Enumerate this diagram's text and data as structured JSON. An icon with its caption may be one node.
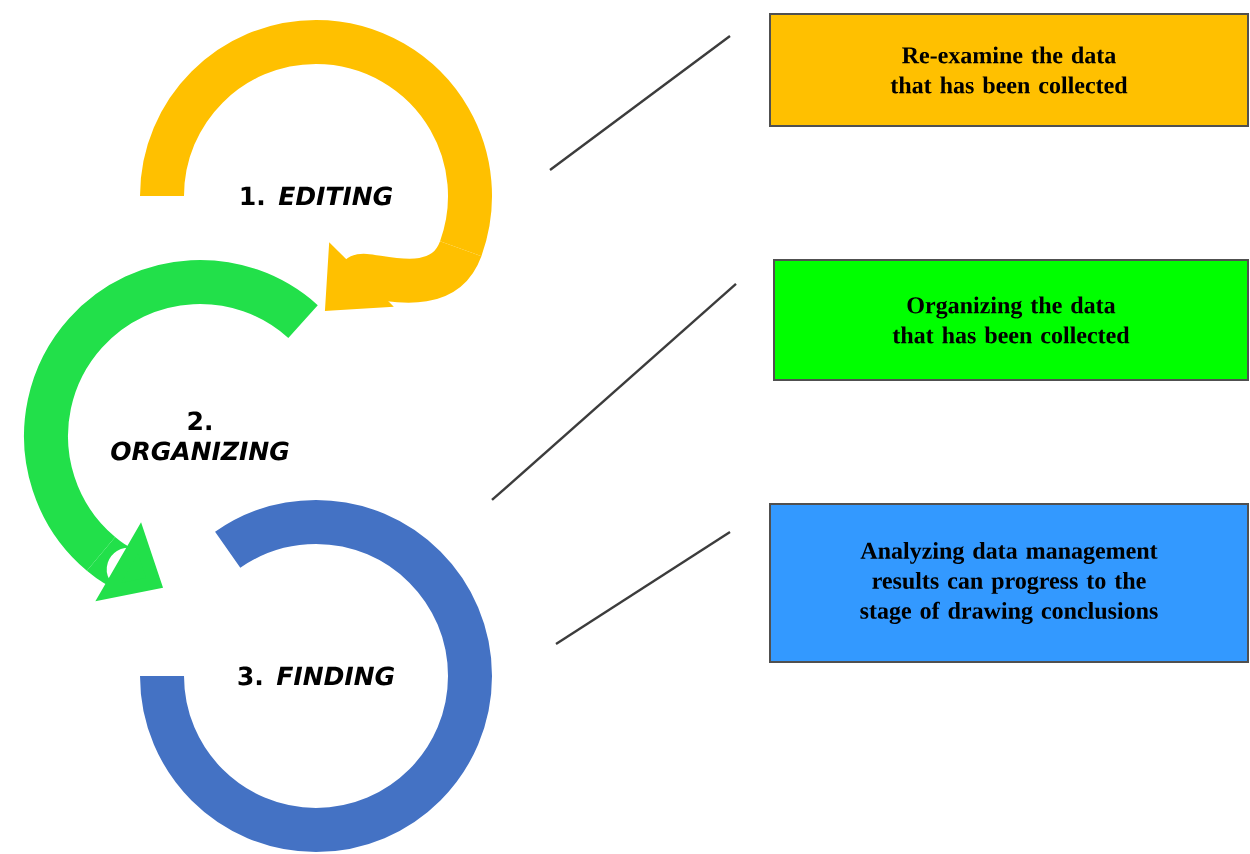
{
  "diagram": {
    "nodes": [
      {
        "text": [
          "1. *EDITING*"
        ]
      },
      {
        "text": [
          "2. *ORGANIZING*"
        ]
      },
      {
        "text": [
          "3. *FINDING*"
        ]
      },
      {
        "text": [
          "Re-examine the data that has been collected"
        ]
      },
      {
        "text": [
          "Organizing the data that has been collected"
        ]
      },
      {
        "text": [
          "Analyzing data management results can progress to the stage of drawing conclusions"
        ]
      }
    ],
    "edges": [
      {
        "from": 0,
        "to": 1,
        "arrow": "to",
        "color": "#ffc000"
      },
      {
        "from": 1,
        "to": 2,
        "arrow": "to",
        "color": "#22e04a"
      }
    ]
  }
}
